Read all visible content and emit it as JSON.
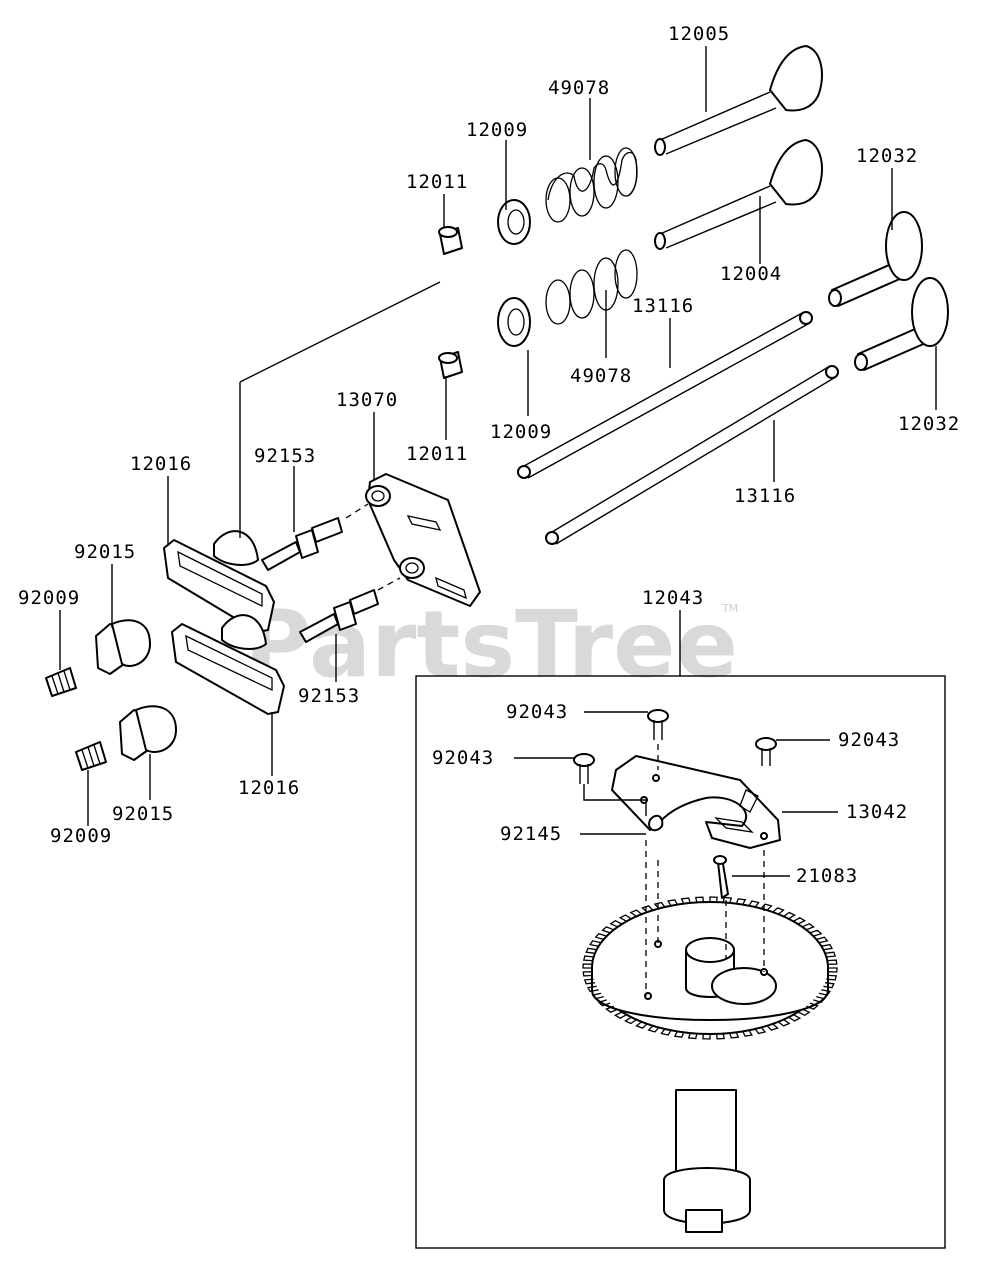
{
  "watermark": {
    "text": "PartsTree",
    "tm": "TM"
  },
  "labels": {
    "p12005": "12005",
    "p49078_top": "49078",
    "p12009_top": "12009",
    "p12011_top": "12011",
    "p12032_top": "12032",
    "p12004": "12004",
    "p13116_top": "13116",
    "p49078_bot": "49078",
    "p13070": "13070",
    "p12011_bot": "12011",
    "p12009_bot": "12009",
    "p12032_bot": "12032",
    "p12016_top": "12016",
    "p92153_top": "92153",
    "p13116_bot": "13116",
    "p92015_top": "92015",
    "p92009_top": "92009",
    "p12043": "12043",
    "p92153_bot": "92153",
    "p92043_a": "92043",
    "p92043_b": "92043",
    "p92043_c": "92043",
    "p13042": "13042",
    "p92145": "92145",
    "p21083": "21083",
    "p12016_bot": "12016",
    "p92015_bot": "92015",
    "p92009_bot": "92009"
  }
}
